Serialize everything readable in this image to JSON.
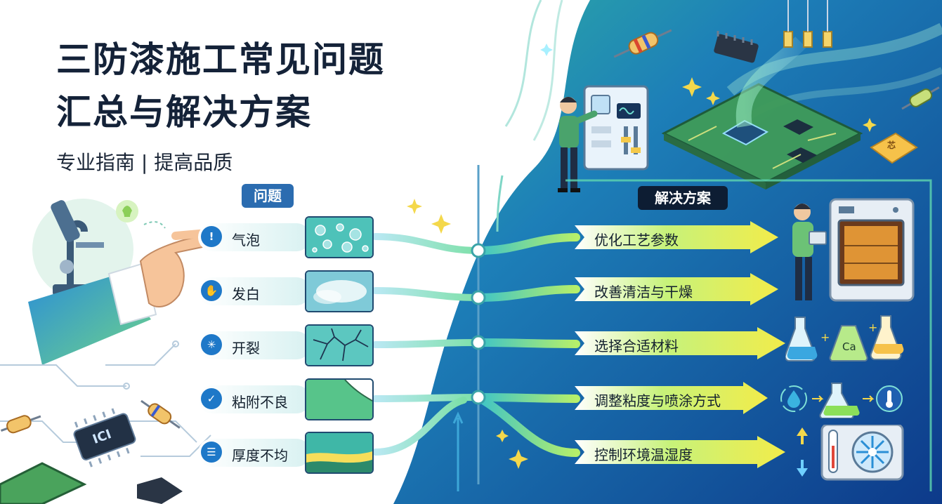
{
  "title": {
    "line1": "三防漆施工常见问题",
    "line2": "汇总与解决方案"
  },
  "subtitle": "专业指南 | 提高品质",
  "problems_header": "问题",
  "solutions_header": "解决方案",
  "problems": [
    {
      "label": "气泡",
      "icon": "exclamation-icon"
    },
    {
      "label": "发白",
      "icon": "hand-icon"
    },
    {
      "label": "开裂",
      "icon": "crack-icon"
    },
    {
      "label": "粘附不良",
      "icon": "clipboard-icon"
    },
    {
      "label": "厚度不均",
      "icon": "layers-icon"
    }
  ],
  "solutions": [
    {
      "label": "优化工艺参数"
    },
    {
      "label": "改善清洁与干燥"
    },
    {
      "label": "选择合适材料"
    },
    {
      "label": "调整粘度与喷涂方式"
    },
    {
      "label": "控制环境温湿度"
    }
  ],
  "flask_label": "Ca",
  "chip_labels": [
    "ICI",
    "芯"
  ],
  "colors": {
    "title": "#142238",
    "accent_blue": "#1e78c8",
    "deep_blue": "#0d3a8a",
    "teal": "#2bb8b0",
    "green": "#7ee06a",
    "arrow_yellow": "#f2ec4a"
  }
}
